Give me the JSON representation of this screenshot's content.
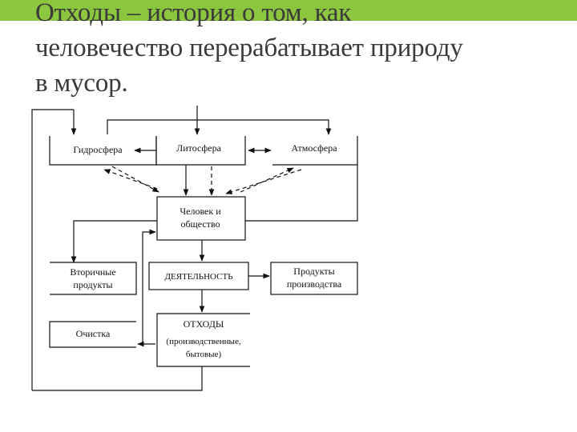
{
  "slide": {
    "accent_color": "#8cc63f",
    "title_lines": [
      "Отходы – история о том, как",
      "человечество перерабатывает природу",
      "в мусор."
    ]
  },
  "diagram": {
    "nodes": {
      "hydrosphere": "Гидросфера",
      "lithosphere": "Литосфера",
      "atmosphere": "Атмосфера",
      "human_society": [
        "Человек и",
        "общество"
      ],
      "secondary_products": [
        "Вторичные",
        "продукты"
      ],
      "activity": "ДЕЯТЕЛЬНОСТЬ",
      "production_products": [
        "Продукты",
        "производства"
      ],
      "cleaning": "Очистка",
      "waste": [
        "ОТХОДЫ",
        "(производственные,",
        "бытовые)"
      ]
    }
  }
}
